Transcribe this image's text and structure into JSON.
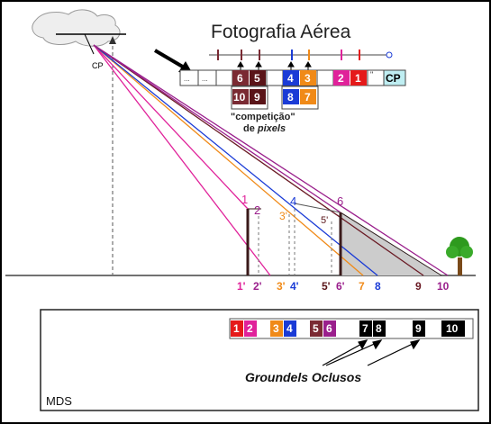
{
  "diagram": {
    "title": "Fotografia Aérea",
    "cp_label": "CP",
    "cp_box_label": "CP",
    "ellipsis": "...",
    "quote": "\"",
    "strip": [
      "6",
      "5",
      "4",
      "3",
      "2",
      "1"
    ],
    "competition_top": [
      "10",
      "8"
    ],
    "competition_bottom": [
      "9",
      "7"
    ],
    "competition_text_line1": "\"competição\"",
    "competition_text_line2_prefix": "de ",
    "competition_text_line2_italic": "pixels",
    "upper_numbers": [
      "1",
      "2",
      "3'",
      "4",
      "5'",
      "6"
    ],
    "ground_labels": [
      "1'",
      "2'",
      "3'",
      "4'",
      "5'",
      "6'",
      "7",
      "8",
      "9",
      "10"
    ],
    "mds_cells": [
      "1",
      "2",
      "3",
      "4",
      "5",
      "6",
      "7",
      "8",
      "9",
      "10"
    ],
    "occluded_label": "Groundels Oclusos",
    "mds_label": "MDS",
    "colors": {
      "magenta": "#e0229a",
      "purple": "#9a1f8c",
      "blue": "#1a3bd6",
      "orange": "#f08a18",
      "brown": "#5a1418",
      "maroon": "#7a2a33",
      "red": "#e51a1a",
      "dark": "#2b1a1a"
    }
  }
}
